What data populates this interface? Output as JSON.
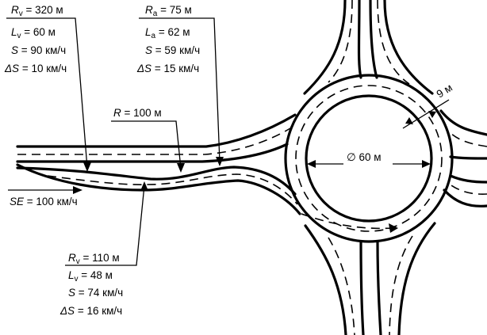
{
  "labels": {
    "block_left_top": {
      "r": {
        "sym": "R",
        "sub": "v",
        "val": " = 320 м"
      },
      "l": {
        "sym": "L",
        "sub": "v",
        "val": " = 60 м"
      },
      "s": {
        "sym": "S",
        "val": " = 90 км/ч"
      },
      "ds": {
        "sym": "ΔS",
        "val": " = 10 км/ч"
      }
    },
    "block_mid_top": {
      "r": {
        "sym": "R",
        "sub": "a",
        "val": " = 75 м"
      },
      "l": {
        "sym": "L",
        "sub": "a",
        "val": " = 62 м"
      },
      "s": {
        "sym": "S",
        "val": " = 59 км/ч"
      },
      "ds": {
        "sym": "ΔS",
        "val": " = 15 км/ч"
      }
    },
    "r100": {
      "sym": "R",
      "val": " = 100 м"
    },
    "se": {
      "sym": "SE",
      "val": " = 100 км/ч"
    },
    "block_bottom": {
      "r": {
        "sym": "R",
        "sub": "v",
        "val": " = 110 м"
      },
      "l": {
        "sym": "L",
        "sub": "v",
        "val": " = 48 м"
      },
      "s": {
        "sym": "S",
        "val": " = 74 км/ч"
      },
      "ds": {
        "sym": "ΔS",
        "val": " = 16 км/ч"
      }
    },
    "diameter": "∅ 60 м",
    "width": "9 м"
  }
}
